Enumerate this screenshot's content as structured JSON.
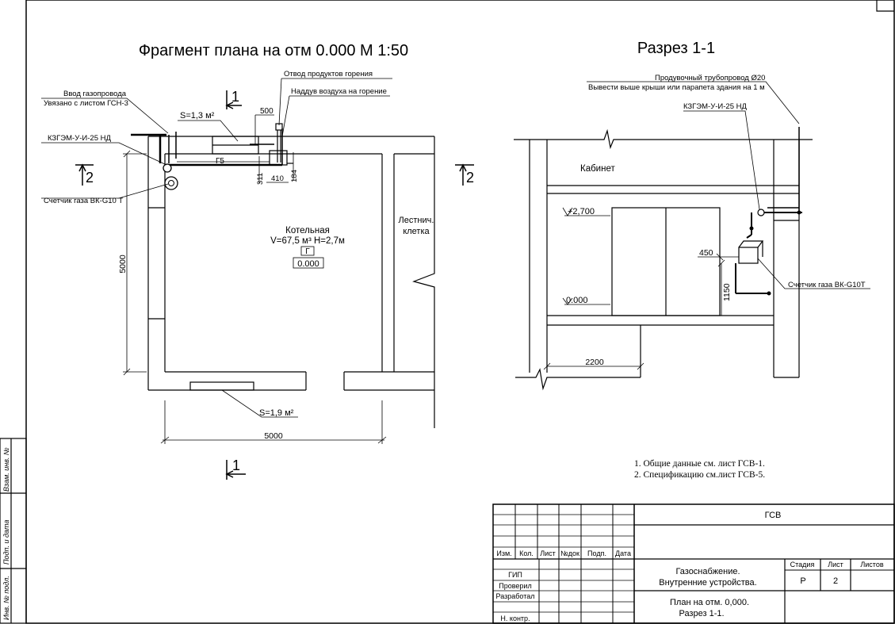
{
  "plan": {
    "title": "Фрагмент плана на отм 0.000 М 1:50",
    "gas_inlet_line1": "Ввод газопровода",
    "gas_inlet_line2": "Увязано с листом ГСН-3",
    "valve_label": "КЗГЭМ-У-И-25 НД",
    "meter_label": "Счетчик газа ВК-G10 Т",
    "flue_label": "Отвод продуктов горения",
    "air_label": "Наддув воздуха на горение",
    "opening_top_area": "S=1,3 м²",
    "opening_bottom_area": "S=1,9 м²",
    "dim_500": "500",
    "dim_311": "311",
    "dim_410": "410",
    "dim_184": "184",
    "pipe_tag": "Г5",
    "room_name": "Котельная",
    "room_params": "V=67,5 м³ Н=2,7м",
    "room_cat": "Г",
    "room_level": "0.000",
    "stair_line1": "Лестнич.",
    "stair_line2": "клетка",
    "dim_width": "5000",
    "dim_height": "5000",
    "section_1": "1",
    "section_2": "2"
  },
  "section": {
    "title": "Разрез 1-1",
    "purge_line1": "Продувочный трубопровод Ø20",
    "purge_line2": "Вывести выше крыши или парапета здания на 1 м",
    "valve_label": "КЗГЭМ-У-И-25 НД",
    "room_name": "Кабинет",
    "level_upper": "+2,700",
    "level_zero": "0.000",
    "dim_450": "450",
    "dim_1150": "1150",
    "dim_2200": "2200",
    "meter_label": "Счетчик газа ВК-G10Т"
  },
  "notes": [
    "1. Общие данные см. лист ГСВ-1.",
    "2. Спецификацию см.лист ГСВ-5."
  ],
  "side_stamp": [
    "Взам. инв. №",
    "Подп. и дата",
    "Инв. № подл."
  ],
  "title_block": {
    "code": "ГСВ",
    "cols": [
      "Изм.",
      "Кол.",
      "Лист",
      "№док",
      "Подп.",
      "Дата"
    ],
    "roles": [
      "ГИП",
      "Проверил",
      "Разработал",
      "",
      "Н. контр."
    ],
    "project_line1": "Газоснабжение.",
    "project_line2": "Внутренние устройства.",
    "sheet_line1": "План на отм. 0,000.",
    "sheet_line2": "Разрез  1-1.",
    "stage_header": "Стадия",
    "sheet_header": "Лист",
    "sheets_header": "Листов",
    "stage": "Р",
    "sheet": "2",
    "sheets": ""
  }
}
